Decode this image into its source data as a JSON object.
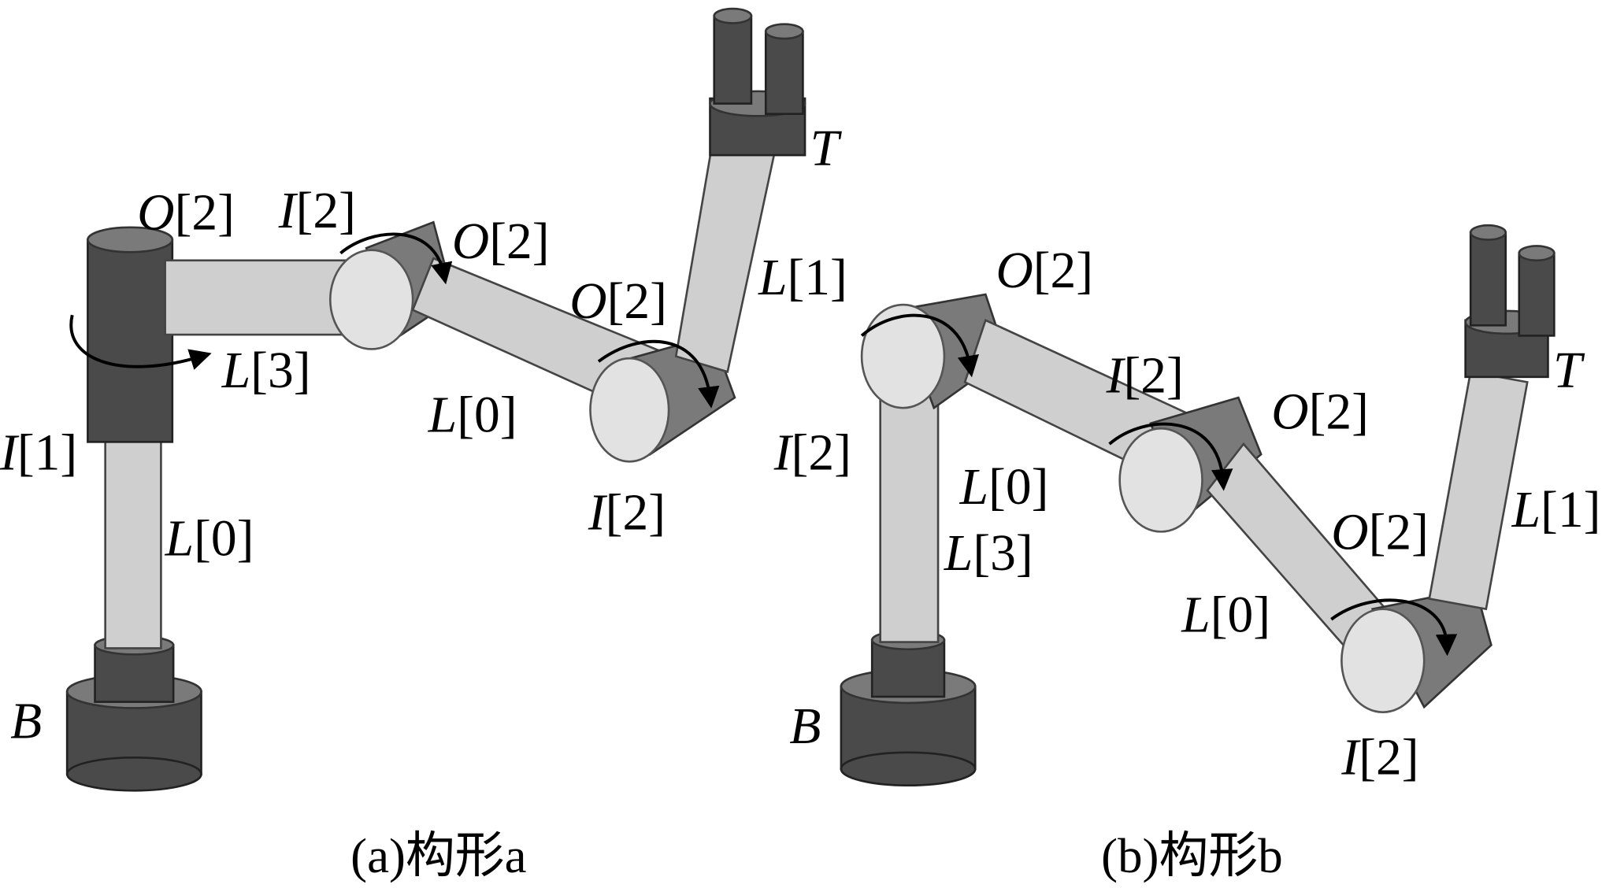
{
  "figure_a": {
    "caption": "(a)构形a",
    "labels": [
      {
        "letter": "O",
        "index": "[2]"
      },
      {
        "letter": "I",
        "index": "[2]"
      },
      {
        "letter": "O",
        "index": "[2]"
      },
      {
        "letter": "O",
        "index": "[2]"
      },
      {
        "letter": "T",
        "index": ""
      },
      {
        "letter": "L",
        "index": "[1]"
      },
      {
        "letter": "L",
        "index": "[3]"
      },
      {
        "letter": "L",
        "index": "[0]"
      },
      {
        "letter": "I",
        "index": "[1]"
      },
      {
        "letter": "L",
        "index": "[0]"
      },
      {
        "letter": "I",
        "index": "[2]"
      },
      {
        "letter": "B",
        "index": ""
      }
    ]
  },
  "figure_b": {
    "caption": "(b)构形b",
    "labels": [
      {
        "letter": "O",
        "index": "[2]"
      },
      {
        "letter": "I",
        "index": "[2]"
      },
      {
        "letter": "O",
        "index": "[2]"
      },
      {
        "letter": "T",
        "index": ""
      },
      {
        "letter": "L",
        "index": "[1]"
      },
      {
        "letter": "I",
        "index": "[2]"
      },
      {
        "letter": "L",
        "index": "[0]"
      },
      {
        "letter": "L",
        "index": "[3]"
      },
      {
        "letter": "L",
        "index": "[0]"
      },
      {
        "letter": "O",
        "index": "[2]"
      },
      {
        "letter": "I",
        "index": "[2]"
      },
      {
        "letter": "B",
        "index": ""
      }
    ]
  }
}
